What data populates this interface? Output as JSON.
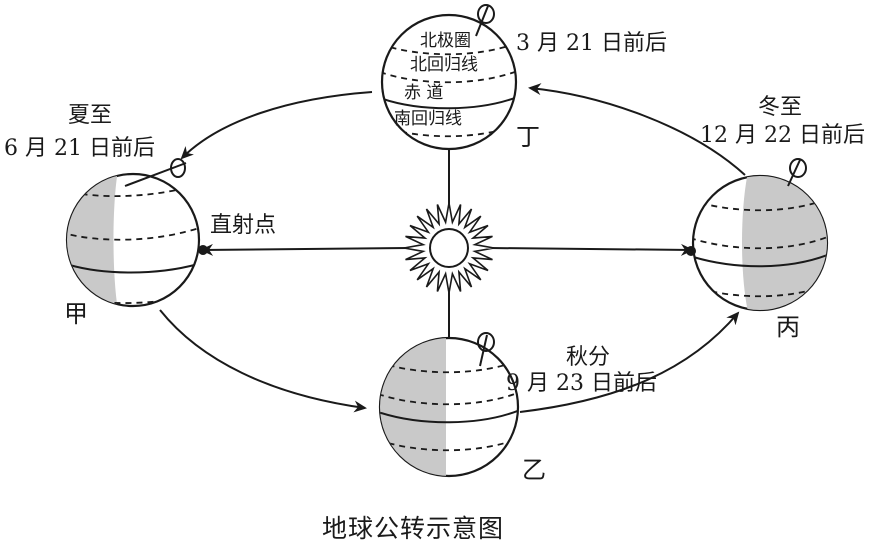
{
  "caption": "地球公转示意图",
  "sun_label": "直射点",
  "positions": {
    "jia": {
      "name": "甲",
      "term": "夏至",
      "date": "6 月 21 日前后"
    },
    "yi": {
      "name": "乙",
      "term": "秋分",
      "date": "9 月 23 日前后"
    },
    "bing": {
      "name": "丙",
      "term": "冬至",
      "date": "12 月 22 日前后"
    },
    "ding": {
      "name": "丁",
      "date": "3 月 21 日前后"
    }
  },
  "latitude_labels": {
    "arctic_circle": "北极圈",
    "tropic_cancer": "北回归线",
    "equator": "赤  道",
    "tropic_capricorn": "南回归线"
  }
}
